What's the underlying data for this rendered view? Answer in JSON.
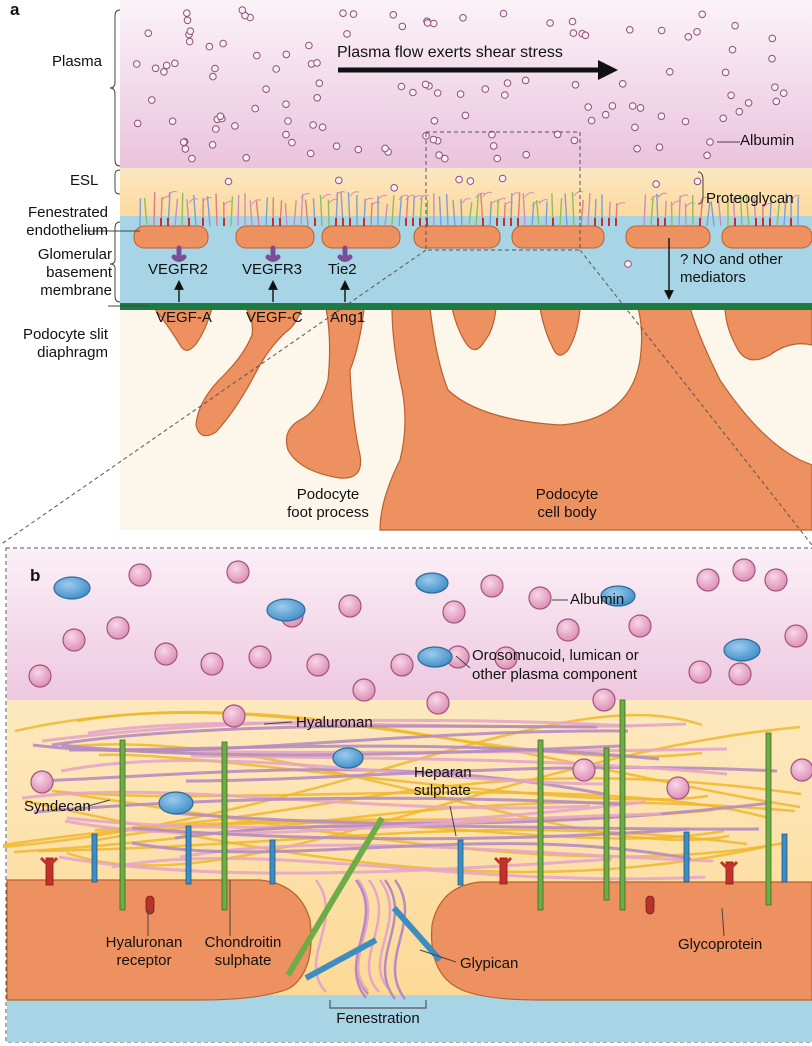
{
  "panel_a": {
    "letter": "a",
    "labels": {
      "plasma": "Plasma",
      "shear": "Plasma flow exerts shear stress",
      "albumin": "Albumin",
      "esl": "ESL",
      "fen_endo_1": "Fenestrated",
      "fen_endo_2": "endothelium",
      "proteoglycan": "Proteoglycan",
      "gbm_1": "Glomerular",
      "gbm_2": "basement",
      "gbm_3": "membrane",
      "vegfr2": "VEGFR2",
      "vegfr3": "VEGFR3",
      "tie2": "Tie2",
      "no_1": "? NO and other",
      "no_2": "mediators",
      "vegfa": "VEGF-A",
      "vegfc": "VEGF-C",
      "ang1": "Ang1",
      "slit_1": "Podocyte slit",
      "slit_2": "diaphragm",
      "foot_1": "Podocyte",
      "foot_2": "foot process",
      "body_1": "Podocyte",
      "body_2": "cell body"
    }
  },
  "panel_b": {
    "letter": "b",
    "labels": {
      "albumin": "Albumin",
      "oroso_1": "Orosomucoid, lumican or",
      "oroso_2": "other plasma component",
      "hyaluronan": "Hyaluronan",
      "syndecan": "Syndecan",
      "heparan_1": "Heparan",
      "heparan_2": "sulphate",
      "hyal_rec_1": "Hyaluronan",
      "hyal_rec_2": "receptor",
      "chond_1": "Chondroitin",
      "chond_2": "sulphate",
      "glypican": "Glypican",
      "glycoprotein": "Glycoprotein",
      "fenestration": "Fenestration"
    }
  },
  "colors": {
    "plasma_top": "#ffffff",
    "plasma_bottom": "#ecc7df",
    "esl": "#fde0a4",
    "gbm": "#a9d6e6",
    "podocyte": "#ee9160",
    "podocyte_edge": "#b9602f",
    "slit": "#1d7a43",
    "albumin": "#e9a5c6",
    "albumin_edge": "#a0557d",
    "oroso": "#5aa6d8",
    "oroso_edge": "#2c6b96",
    "syndecan": "#6fac45",
    "heparan": "#3d8cc2",
    "glycoprotein": "#c4302b",
    "hyaluronan_fiber": "#efb72b",
    "gag_strand": "#b893bc"
  }
}
